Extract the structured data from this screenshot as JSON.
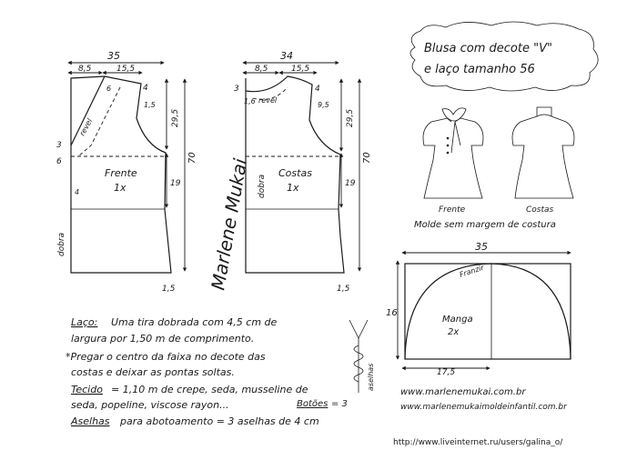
{
  "title": {
    "line1": "Blusa com decote \"V\"",
    "line2": "e laço tamanho 56"
  },
  "front_piece": {
    "label": "Frente",
    "qty": "1x",
    "fold": "dobra",
    "bias": "revel",
    "width_total": "35",
    "width_neck": "8,5",
    "width_shoulder": "15,5",
    "right_top": "4",
    "armhole_mark": "1,5",
    "shoulder_drop": "6",
    "left_three": "3",
    "left_six": "6",
    "left_four": "4",
    "armhole_height": "29,5",
    "length": "70",
    "side": "19",
    "hem": "1,5"
  },
  "back_piece": {
    "label": "Costas",
    "qty": "1x",
    "fold": "dobra",
    "bias": "revel",
    "width_total": "34",
    "width_neck": "8,5",
    "width_shoulder": "15,5",
    "left_three": "3",
    "right_top": "4",
    "neck_drop": "1,6",
    "armhole_mark": "9,5",
    "armhole_height": "29,5",
    "length": "70",
    "side": "19",
    "hem": "1,5"
  },
  "signature": "Marlene Mukai",
  "sketch_labels": {
    "front": "Frente",
    "back": "Costas"
  },
  "seam_note": "Molde sem margem de costura",
  "sleeve": {
    "width": "35",
    "height": "16",
    "half_width": "17,5",
    "gather": "Franzir",
    "label": "Manga",
    "qty": "2x"
  },
  "notes": {
    "bow_label": "Laço:",
    "bow_text_1": "Uma tira dobrada com 4,5 cm de",
    "bow_text_2": "largura por 1,50 m de comprimento.",
    "attach_1": "*Pregar o centro da faixa no decote das",
    "attach_2": "costas e deixar as pontas soltas.",
    "fabric_label": "Tecido",
    "fabric_text_1": "= 1,10 m de crepe, seda, musseline de",
    "fabric_text_2": "seda, popeline, viscose rayon...",
    "buttons_label": "Botões",
    "buttons_text": "= 3",
    "loops_label": "Aselhas",
    "loops_text": "para abotoamento = 3 aselhas de 4 cm",
    "loops_icon_label": "aselhas"
  },
  "links": {
    "site1": "www.marlenemukai.com.br",
    "site2": "www.marlenemukaimoldeinfantil.com.br",
    "footer": "http://www.liveinternet.ru/users/galina_o/"
  }
}
